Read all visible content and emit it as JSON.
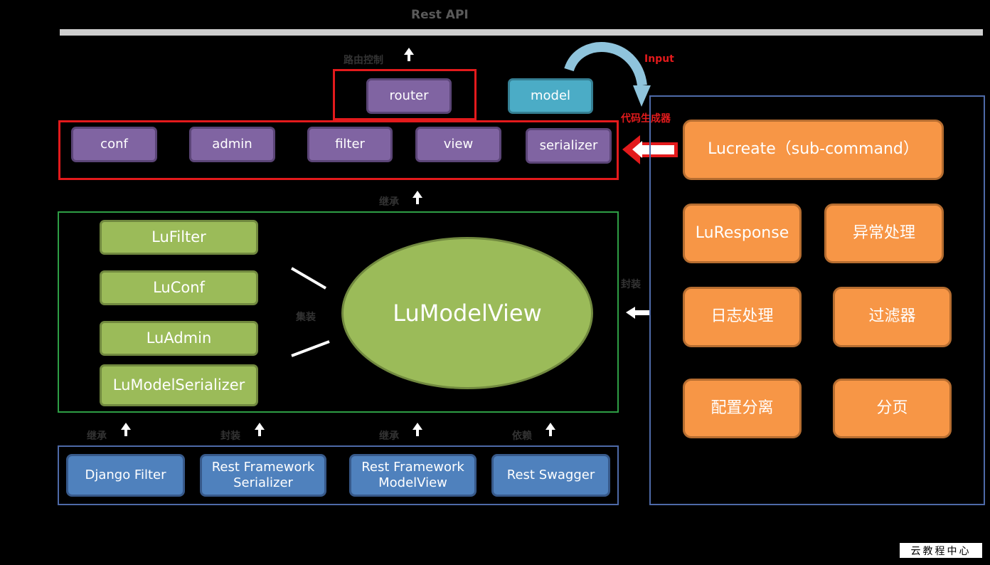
{
  "header": {
    "title": "Rest API"
  },
  "labels": {
    "routing_control": "路由控制",
    "input": "Input",
    "codegen": "代码生成器",
    "inherit_top": "继承",
    "assemble": "集装",
    "encapsulate": "封装",
    "inherit_1": "继承",
    "inherit_2": "封装",
    "inherit_3": "继承",
    "inherit_4": "依赖"
  },
  "router_group": {
    "router": "router"
  },
  "model_box": {
    "label": "model"
  },
  "generated_modules": [
    "conf",
    "admin",
    "filter",
    "view",
    "serializer"
  ],
  "lu_components": [
    "LuFilter",
    "LuConf",
    "LuAdmin",
    "LuModelSerializer"
  ],
  "center": {
    "label": "LuModelView"
  },
  "lucreate": {
    "command": "Lucreate（sub-command）",
    "features": [
      "LuResponse",
      "异常处理",
      "日志处理",
      "过滤器",
      "配置分离",
      "分页"
    ]
  },
  "base_libs": [
    "Django Filter",
    "Rest Framework Serializer",
    "Rest Framework ModelView",
    "Rest Swagger"
  ],
  "watermark": {
    "text": "云教程中心"
  },
  "colors": {
    "purple": "#8064a2",
    "teal": "#4bacc6",
    "green": "#9bbb59",
    "orange": "#f79646",
    "blue": "#4f81bd",
    "red": "#e31a1c"
  }
}
